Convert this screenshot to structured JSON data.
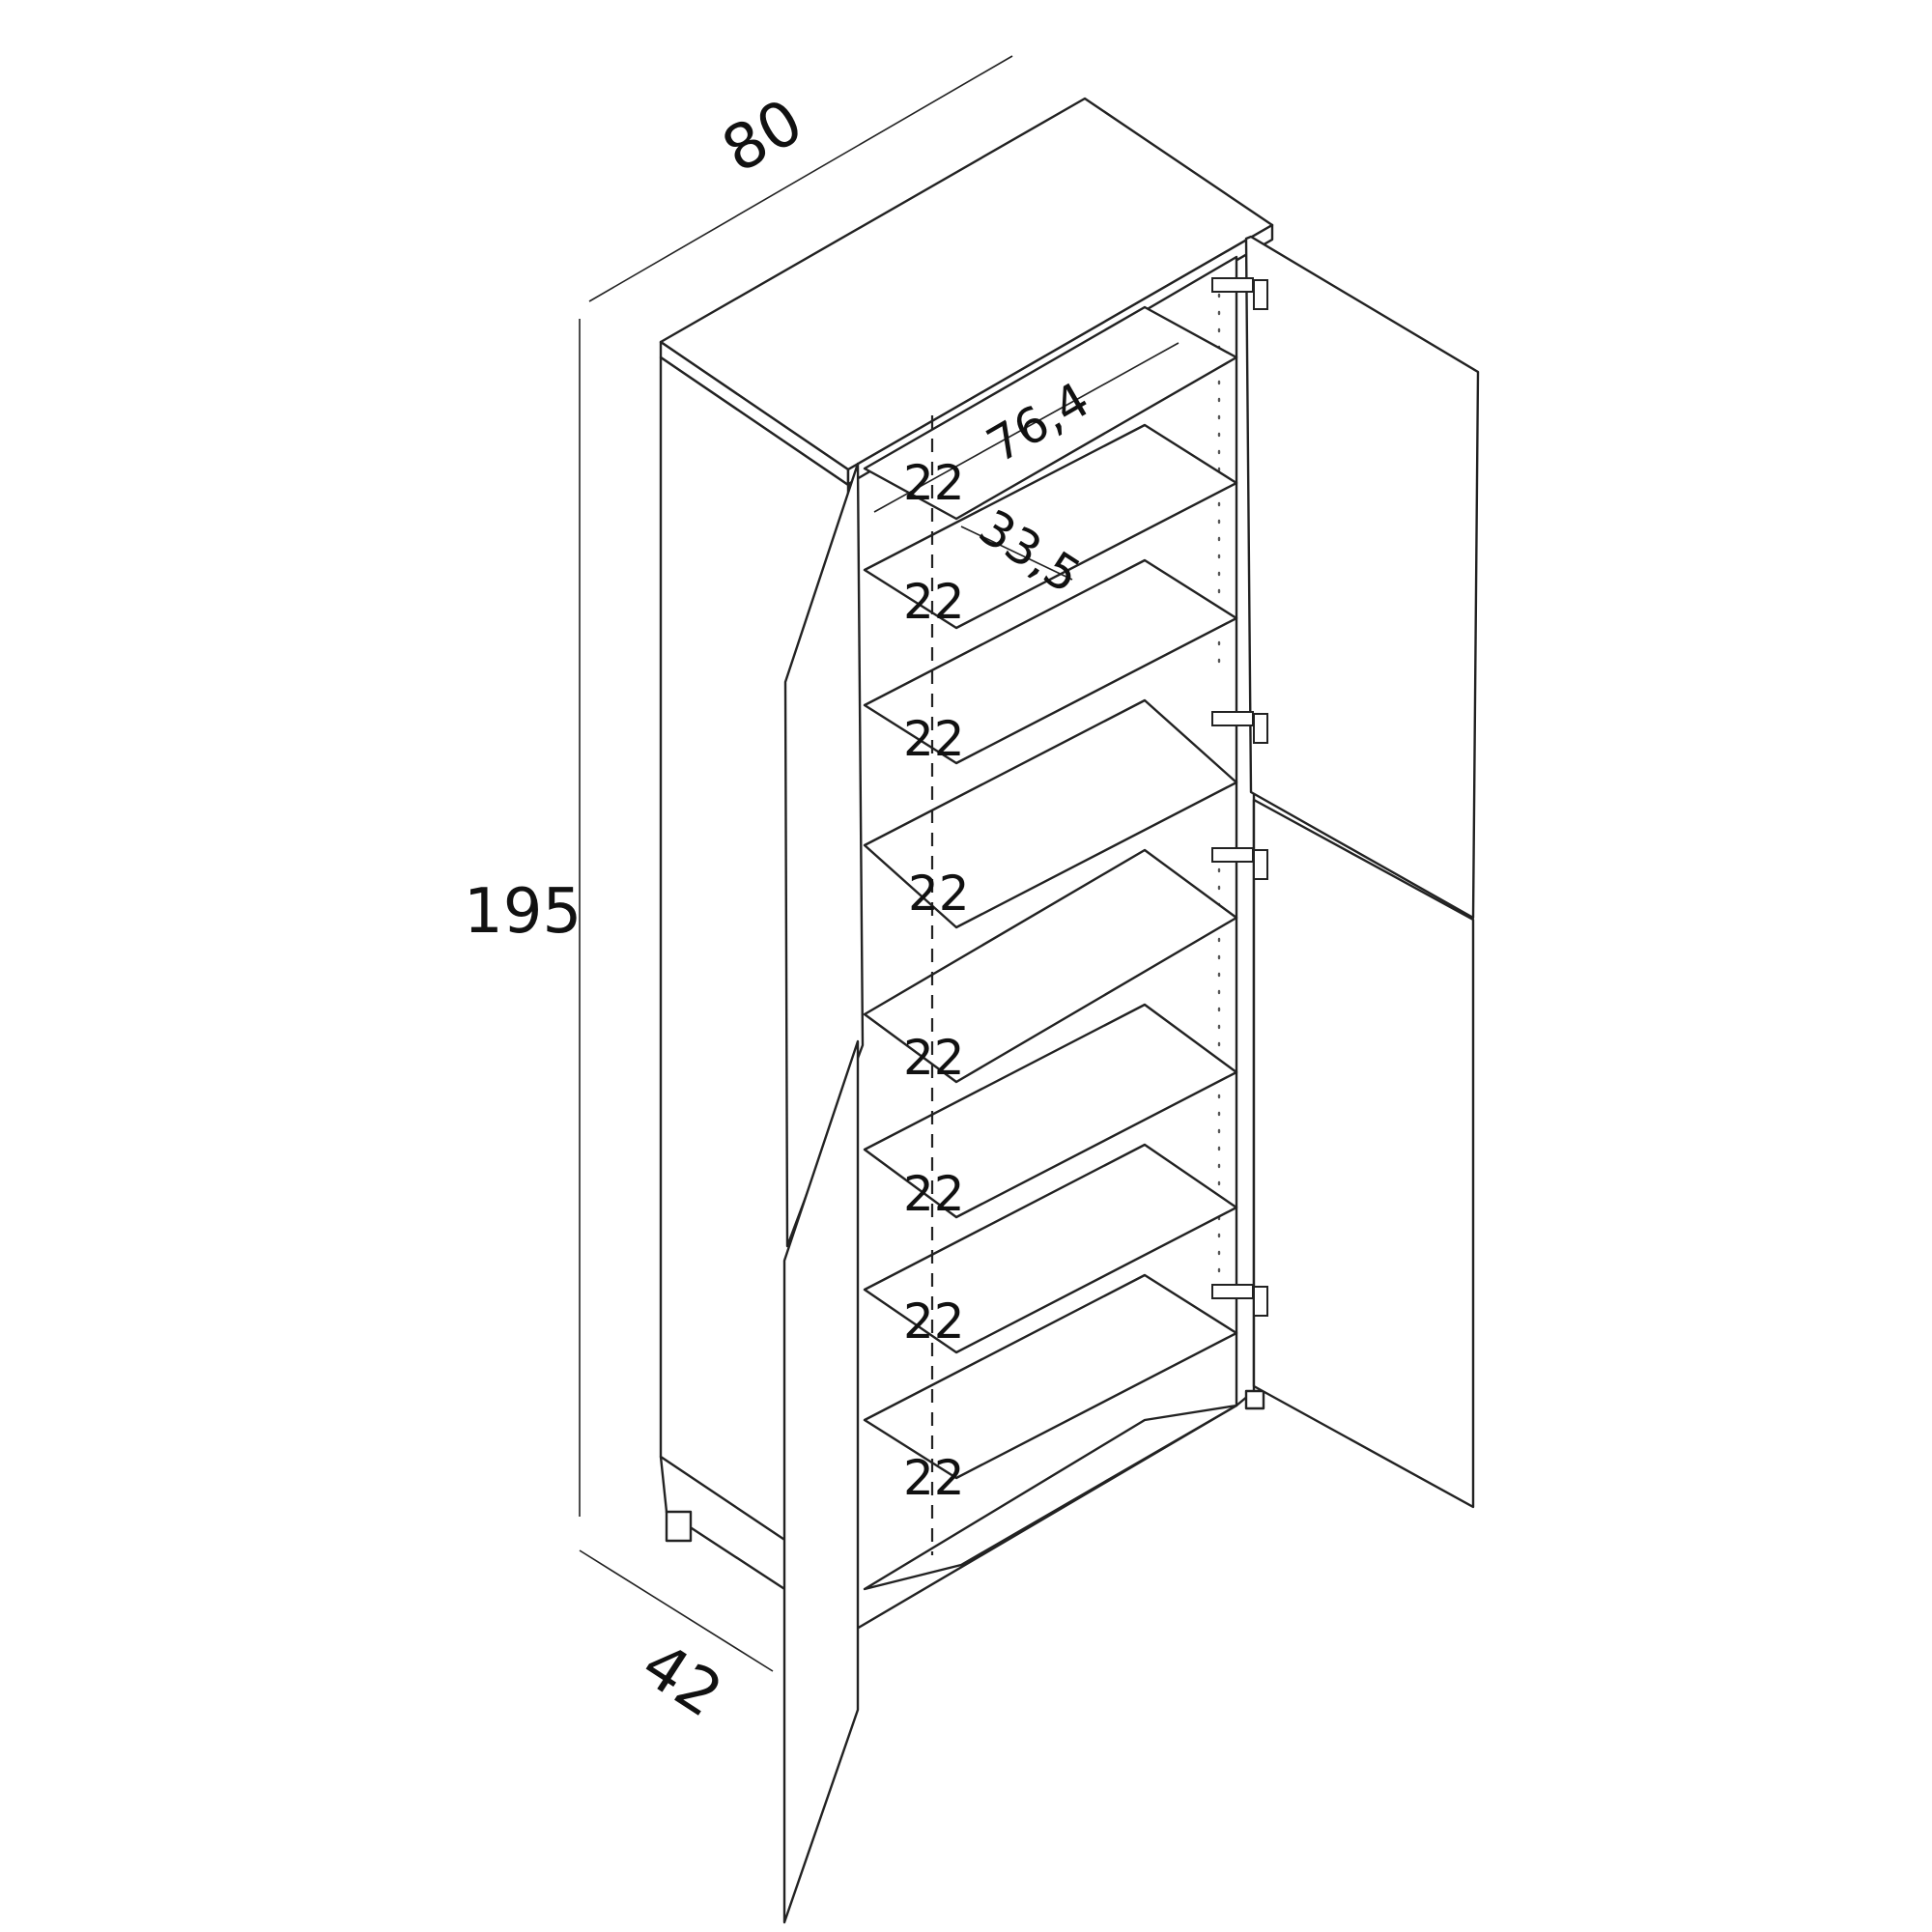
{
  "dimensions": {
    "width": "80",
    "height": "195",
    "depth": "42",
    "inner_width": "76,4",
    "inner_depth": "33,5"
  },
  "shelf_heights": [
    "22",
    "22",
    "22",
    "22",
    "22",
    "22",
    "22",
    "22"
  ]
}
